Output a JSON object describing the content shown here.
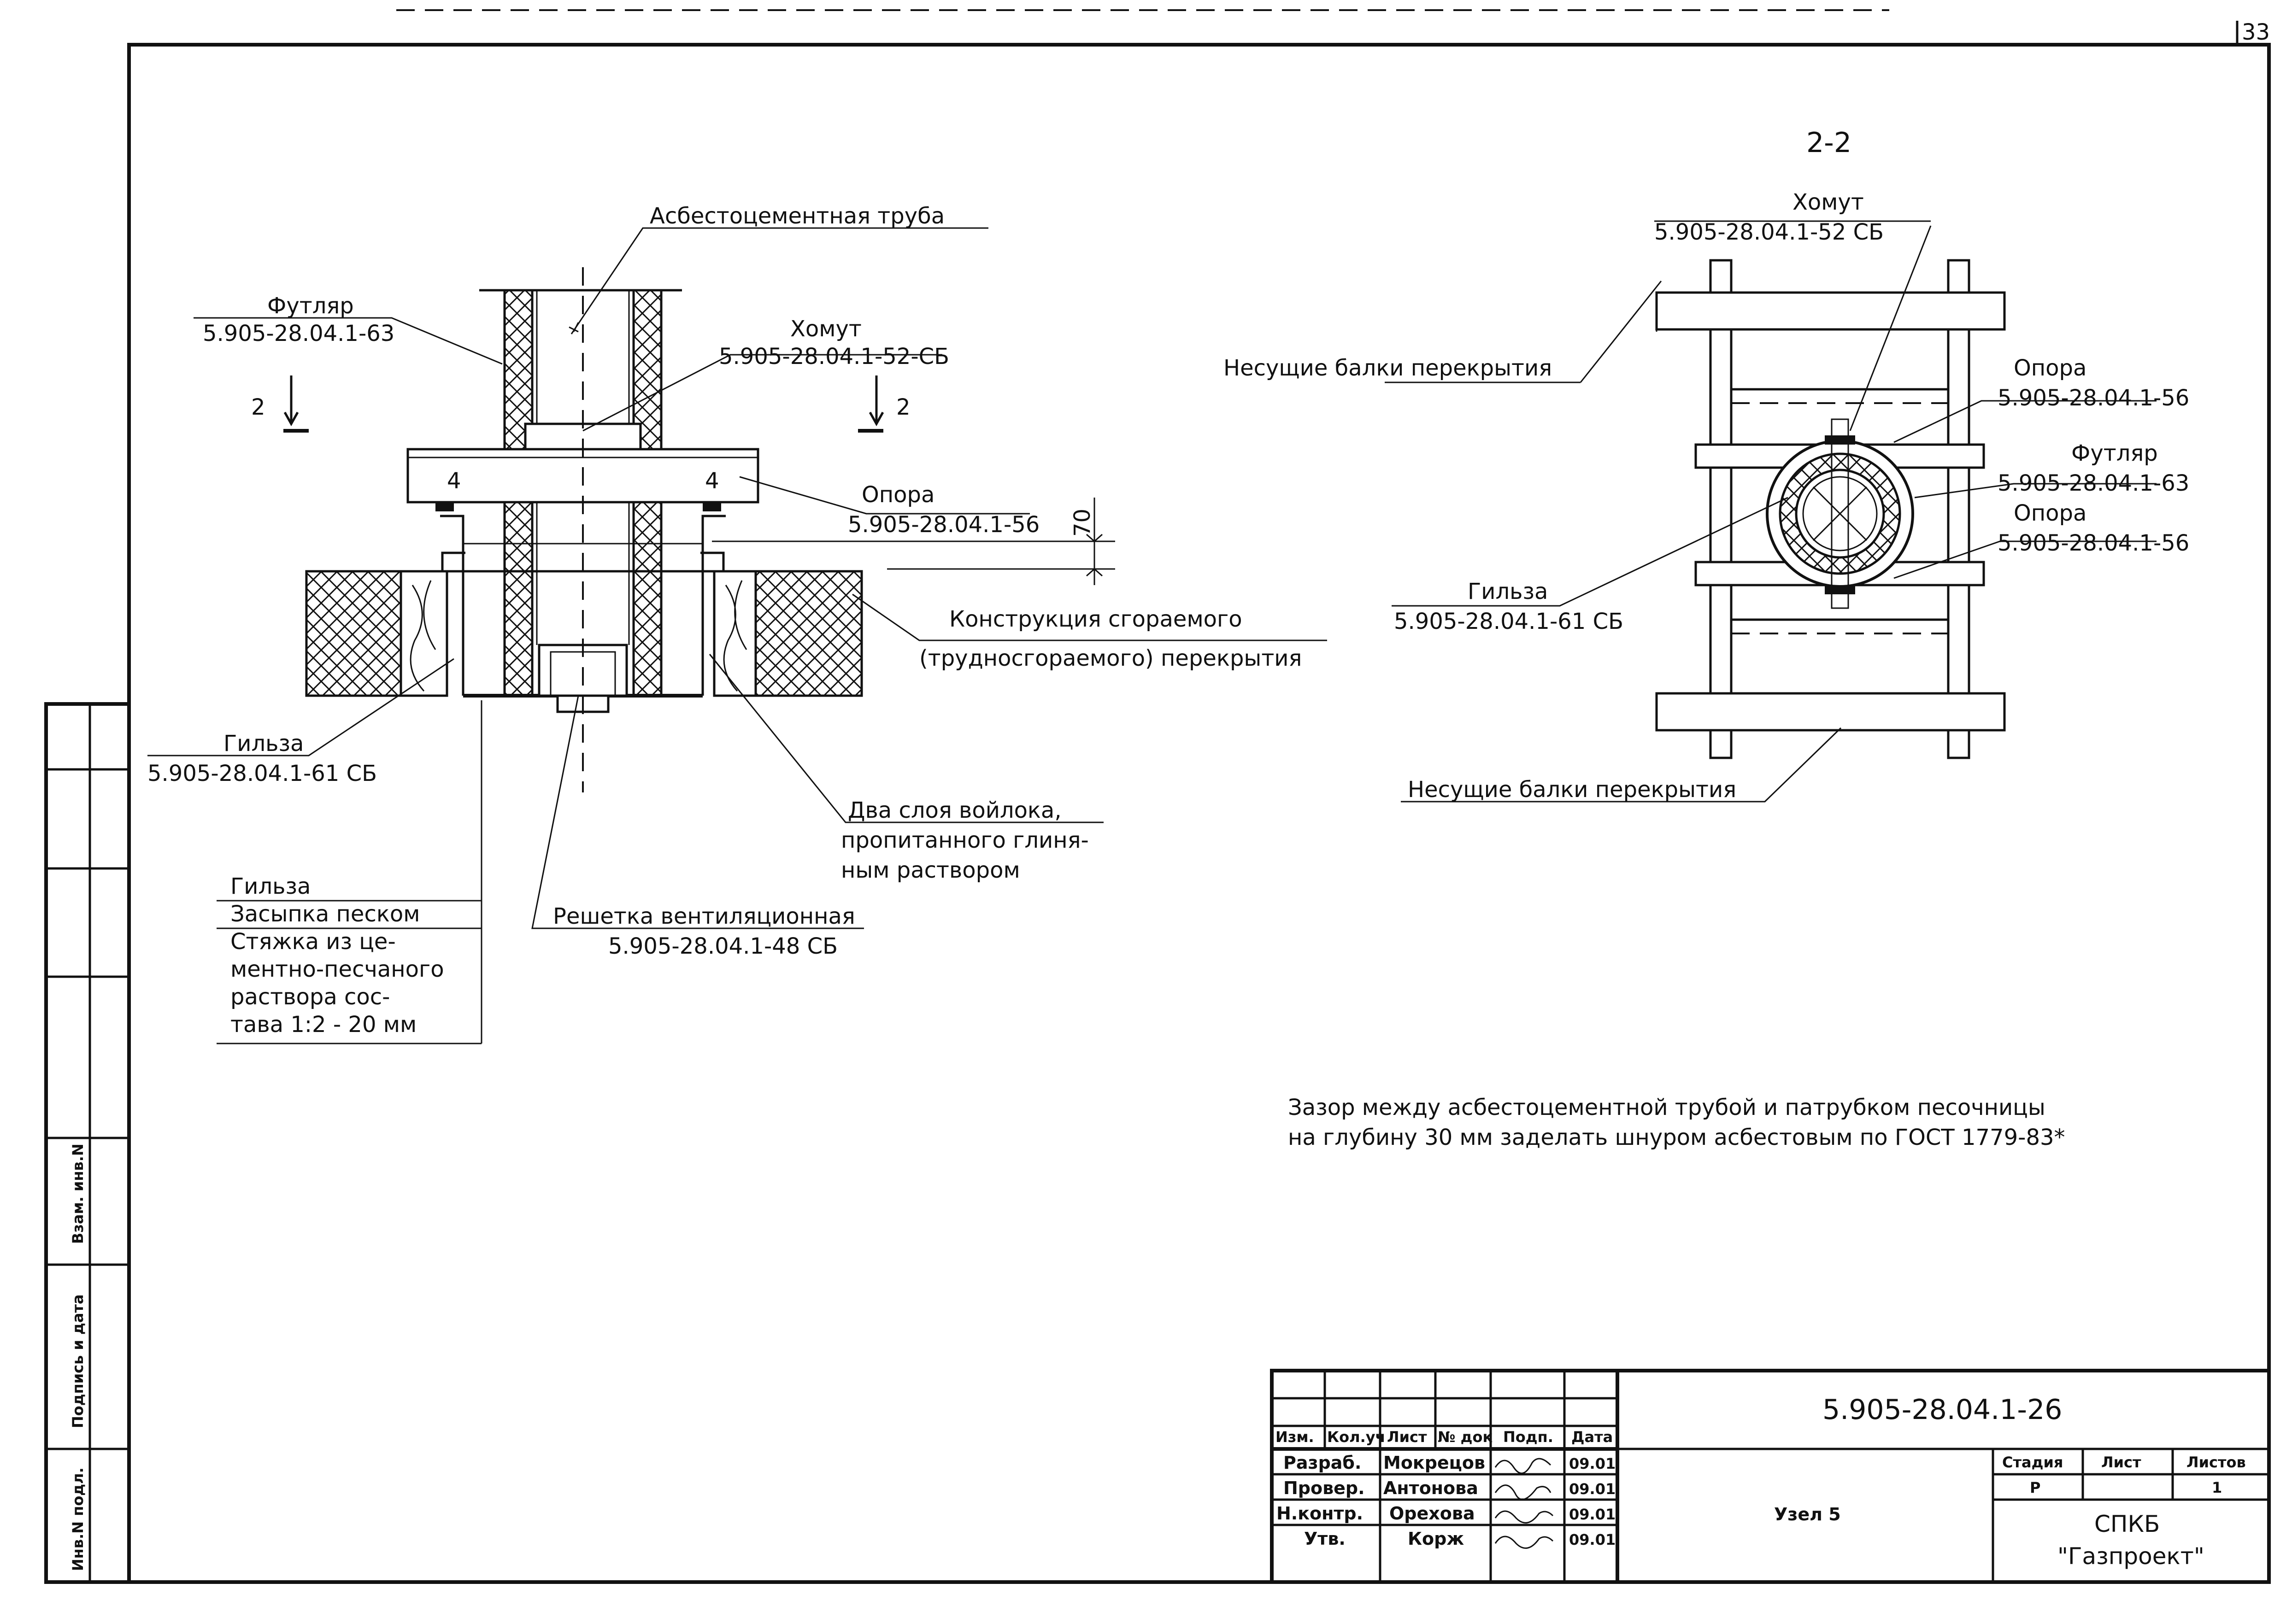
{
  "page_number": "33",
  "section_label": "2-2",
  "section_mark": "2",
  "dim_70": "70",
  "mark_4": "4",
  "left_view": {
    "asbestos_pipe": "Асбестоцементная труба",
    "case_name": "Футляр",
    "case_code": "5.905-28.04.1-63",
    "clamp_name": "Хомут",
    "clamp_code": "5.905-28.04.1-52-СБ",
    "support_name": "Опора",
    "support_code": "5.905-28.04.1-56",
    "construction_line1": "Конструкция сгораемого",
    "construction_line2": "(трудносгораемого) перекрытия",
    "sleeve_name": "Гильза",
    "sleeve_code": "5.905-28.04.1-61 СБ",
    "felt_line1": "Два слоя войлока,",
    "felt_line2": "пропитанного глиня-",
    "felt_line3": "ным раствором",
    "grille_name": "Решетка вентиляционная",
    "grille_code": "5.905-28.04.1-48 СБ",
    "layers": [
      "Гильза",
      "Засыпка песком",
      "Стяжка из це-",
      "ментно-песчаного",
      "раствора сос-",
      "тава 1:2 - 20 мм"
    ]
  },
  "right_view": {
    "clamp_name": "Хомут",
    "clamp_code": "5.905-28.04.1-52 СБ",
    "beams_top": "Несущие балки перекрытия",
    "beams_bottom": "Несущие балки перекрытия",
    "support1_name": "Опора",
    "support1_code": "5.905-28.04.1-56",
    "case_name": "Футляр",
    "case_code": "5.905-28.04.1-63",
    "support2_name": "Опора",
    "support2_code": "5.905-28.04.1-56",
    "sleeve_name": "Гильза",
    "sleeve_code": "5.905-28.04.1-61 СБ"
  },
  "note_line1": "Зазор между асбестоцементной трубой и патрубком песочницы",
  "note_line2": "на глубину 30 мм заделать шнуром асбестовым по ГОСТ 1779-83*",
  "side_stamp": [
    "Взам. инв.N",
    "Подпись и дата",
    "Инв.N подл."
  ],
  "title_block": {
    "doc_code": "5.905-28.04.1-26",
    "headers": [
      "Изм.",
      "Кол.уч",
      "Лист",
      "№ док",
      "Подп.",
      "Дата"
    ],
    "rows": [
      {
        "role": "Разраб.",
        "name": "Мокрецов",
        "date": "09.01"
      },
      {
        "role": "Провер.",
        "name": "Антонова",
        "date": "09.01"
      },
      {
        "role": "Н.контр.",
        "name": "Орехова",
        "date": "09.01"
      },
      {
        "role": "Утв.",
        "name": "Корж",
        "date": "09.01"
      }
    ],
    "node_name": "Узел 5",
    "stage_header": "Стадия",
    "sheet_header": "Лист",
    "sheets_header": "Листов",
    "stage": "Р",
    "sheets": "1",
    "org_line1": "СПКБ",
    "org_line2": "\"Газпроект\""
  }
}
